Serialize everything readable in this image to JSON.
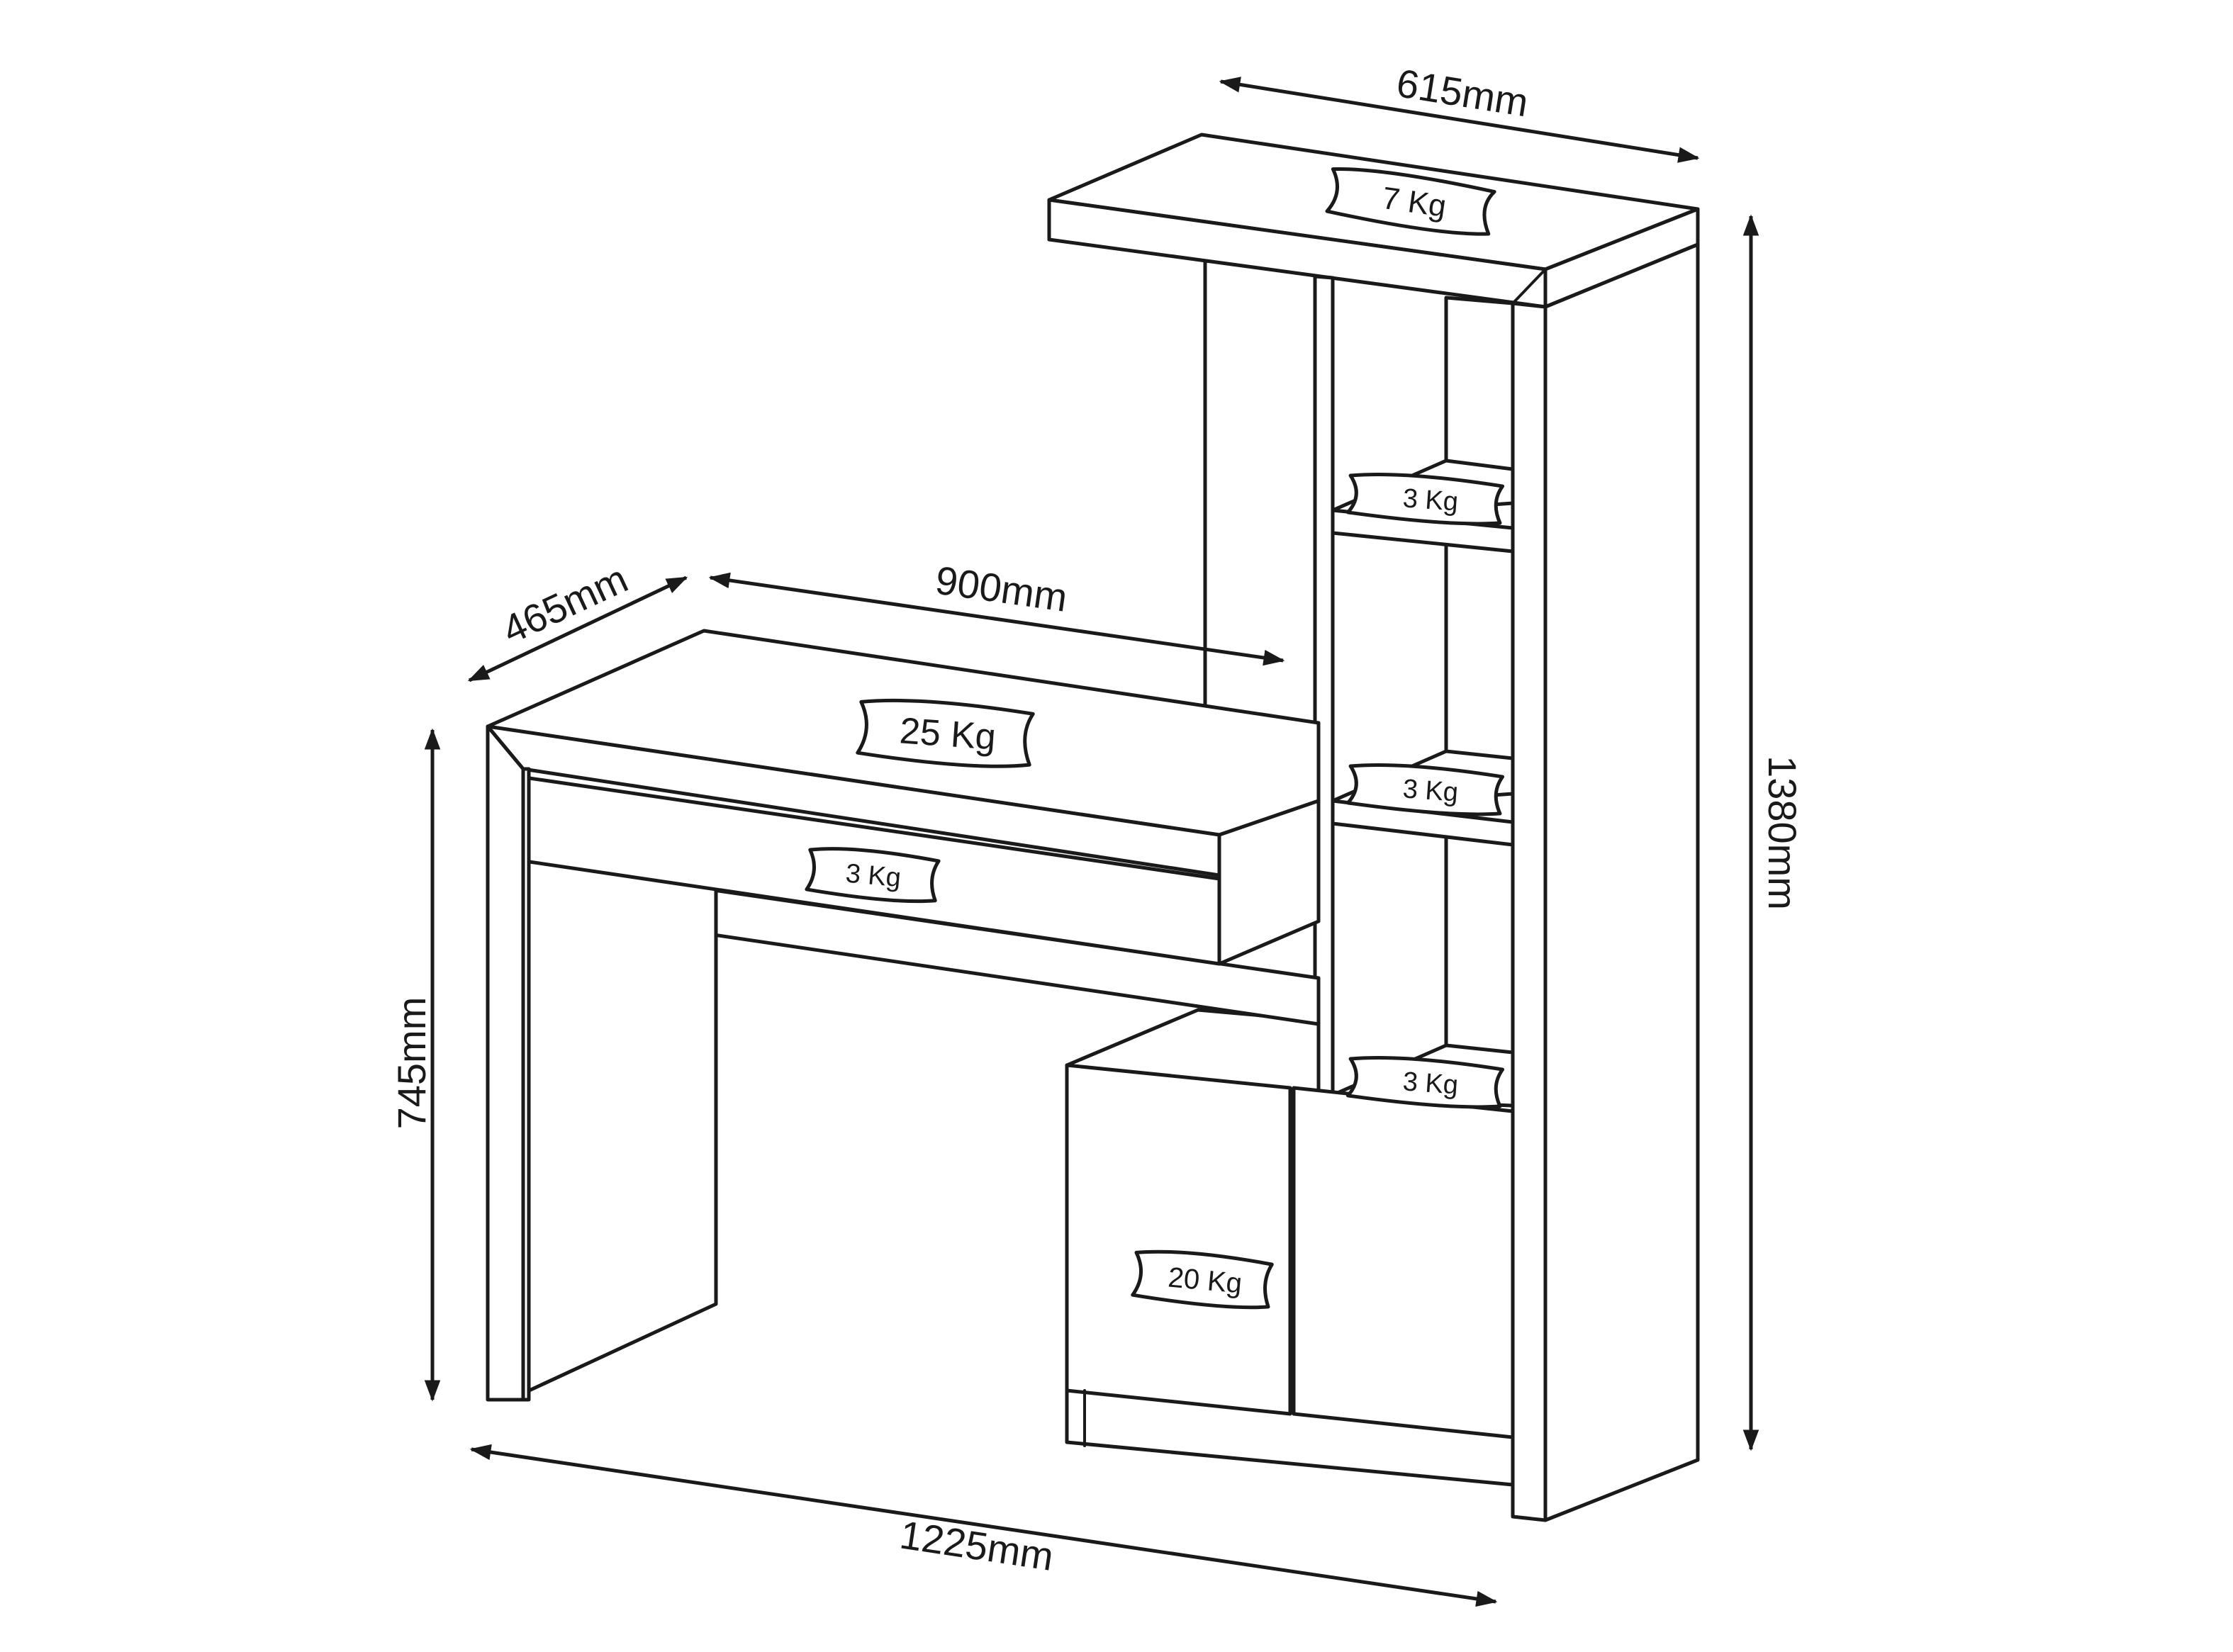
{
  "dimensions": {
    "top_depth": "615mm",
    "desk_depth": "465mm",
    "desk_width": "900mm",
    "total_height": "1380mm",
    "desk_height": "745mm",
    "total_width": "1225mm"
  },
  "loads": {
    "top_shelf": "7 Kg",
    "shelf_upper": "3 Kg",
    "desk_top": "25 Kg",
    "shelf_middle": "3 Kg",
    "drawer": "3 Kg",
    "shelf_lower": "3 Kg",
    "cabinet": "20 Kg"
  },
  "colors": {
    "line": "#1a1a1a",
    "background": "#ffffff"
  }
}
